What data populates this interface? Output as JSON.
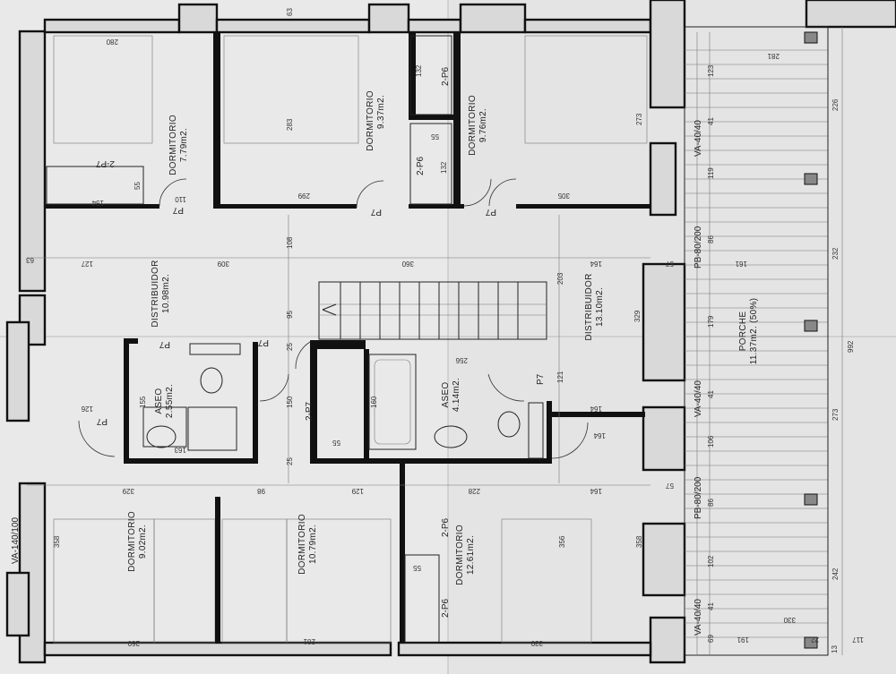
{
  "rooms": [
    {
      "name": "DORMITORIO",
      "area": "7.79m2."
    },
    {
      "name": "DORMITORIO",
      "area": "9.37m2."
    },
    {
      "name": "DORMITORIO",
      "area": "9.76m2."
    },
    {
      "name": "DISTRIBUIDOR",
      "area": "10.98m2."
    },
    {
      "name": "DISTRIBUIDOR",
      "area": "13.10m2."
    },
    {
      "name": "ASEO",
      "area": "2.55m2."
    },
    {
      "name": "ASEO",
      "area": "4.14m2."
    },
    {
      "name": "DORMITORIO",
      "area": "9.02m2."
    },
    {
      "name": "DORMITORIO",
      "area": "10.79m2."
    },
    {
      "name": "DORMITORIO",
      "area": "12.61m2."
    },
    {
      "name": "PORCHE",
      "area": "11.37m2. (50%)"
    }
  ],
  "codes": {
    "p7": "P7",
    "two_p7": "2-P7",
    "two_p6": "2-P6",
    "va_40": "VA-40/40",
    "pb_80": "PB-80/200",
    "va_140": "VA-140/100"
  },
  "dims": {
    "d280": "280",
    "d63": "63",
    "d283": "283",
    "d299": "299",
    "d281": "281",
    "d123": "123",
    "d226": "226",
    "d273": "273",
    "d305": "305",
    "d132": "132",
    "d55": "55",
    "d154": "154",
    "d110": "110",
    "d127": "127",
    "d309": "309",
    "d108": "108",
    "d360": "360",
    "d164": "164",
    "d203": "203",
    "d57": "57",
    "d161": "161",
    "d232": "232",
    "d86": "86",
    "d119": "119",
    "d41": "41",
    "d329": "329",
    "d95": "95",
    "d179": "179",
    "d992": "992",
    "d25": "25",
    "d256": "256",
    "d121": "121",
    "d155": "155",
    "d126": "126",
    "d150": "150",
    "d160": "160",
    "d163": "163",
    "d106": "106",
    "d98": "98",
    "d129": "129",
    "d228": "228",
    "d358": "358",
    "d356": "356",
    "d102": "102",
    "d242": "242",
    "d260": "260",
    "d330": "330",
    "d191": "191",
    "d69": "69",
    "d22": "22",
    "d117": "117",
    "d13": "13"
  }
}
